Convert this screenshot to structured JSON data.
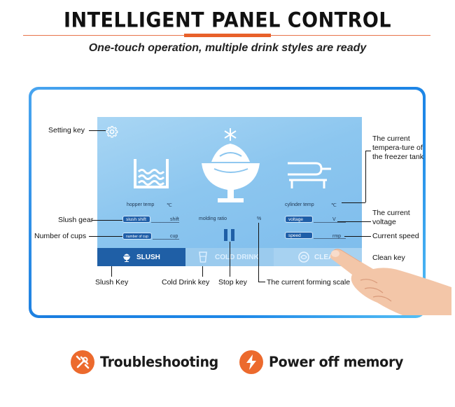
{
  "header": {
    "title": "INTELLIGENT PANEL CONTROL",
    "subtitle": "One-touch operation, multiple drink styles are ready"
  },
  "panel": {
    "hopper_temp_label": "hopper temp",
    "hopper_temp_unit": "℃",
    "cylinder_temp_label": "cylinder temp",
    "cylinder_temp_unit": "℃",
    "molding_ratio_label": "molding ratio",
    "molding_ratio_unit": "%",
    "slush_shift_button": "slush shift",
    "slush_shift_unit": "shift",
    "number_of_cup_button": "number of cup",
    "number_of_cup_unit": "cup",
    "voltage_button": "voltage",
    "voltage_unit": "V",
    "speed_button": "speed",
    "speed_unit": "rmp",
    "tabs": {
      "slush": "SLUSH",
      "cold_drink": "COLD DRINK",
      "clean": "CLEAN"
    }
  },
  "callouts": {
    "setting_key": "Setting key",
    "slush_gear": "Slush gear",
    "number_of_cups": "Number of cups",
    "slush_key": "Slush Key",
    "cold_drink_key": "Cold Drink key",
    "stop_key": "Stop key",
    "forming_scale": "The current forming scale",
    "freezer_temp": "The current tempera-ture of the freezer tank",
    "current_voltage": "The current voltage",
    "current_speed": "Current speed",
    "clean_key": "Clean key"
  },
  "features": {
    "troubleshooting": "Troubleshooting",
    "power_off_memory": "Power off memory"
  },
  "colors": {
    "accent_orange": "#ec6a2d",
    "frame_blue": "#1e88e8",
    "screen_blue": "#8cc6ef",
    "button_blue": "#1f5fa6"
  },
  "icons": {
    "setting": "gear-icon",
    "hopper": "hopper-tank-icon",
    "cup": "slush-cup-icon",
    "cylinder": "cylinder-tank-icon",
    "troubleshooting": "tools-icon",
    "power_off_memory": "lightning-icon"
  }
}
